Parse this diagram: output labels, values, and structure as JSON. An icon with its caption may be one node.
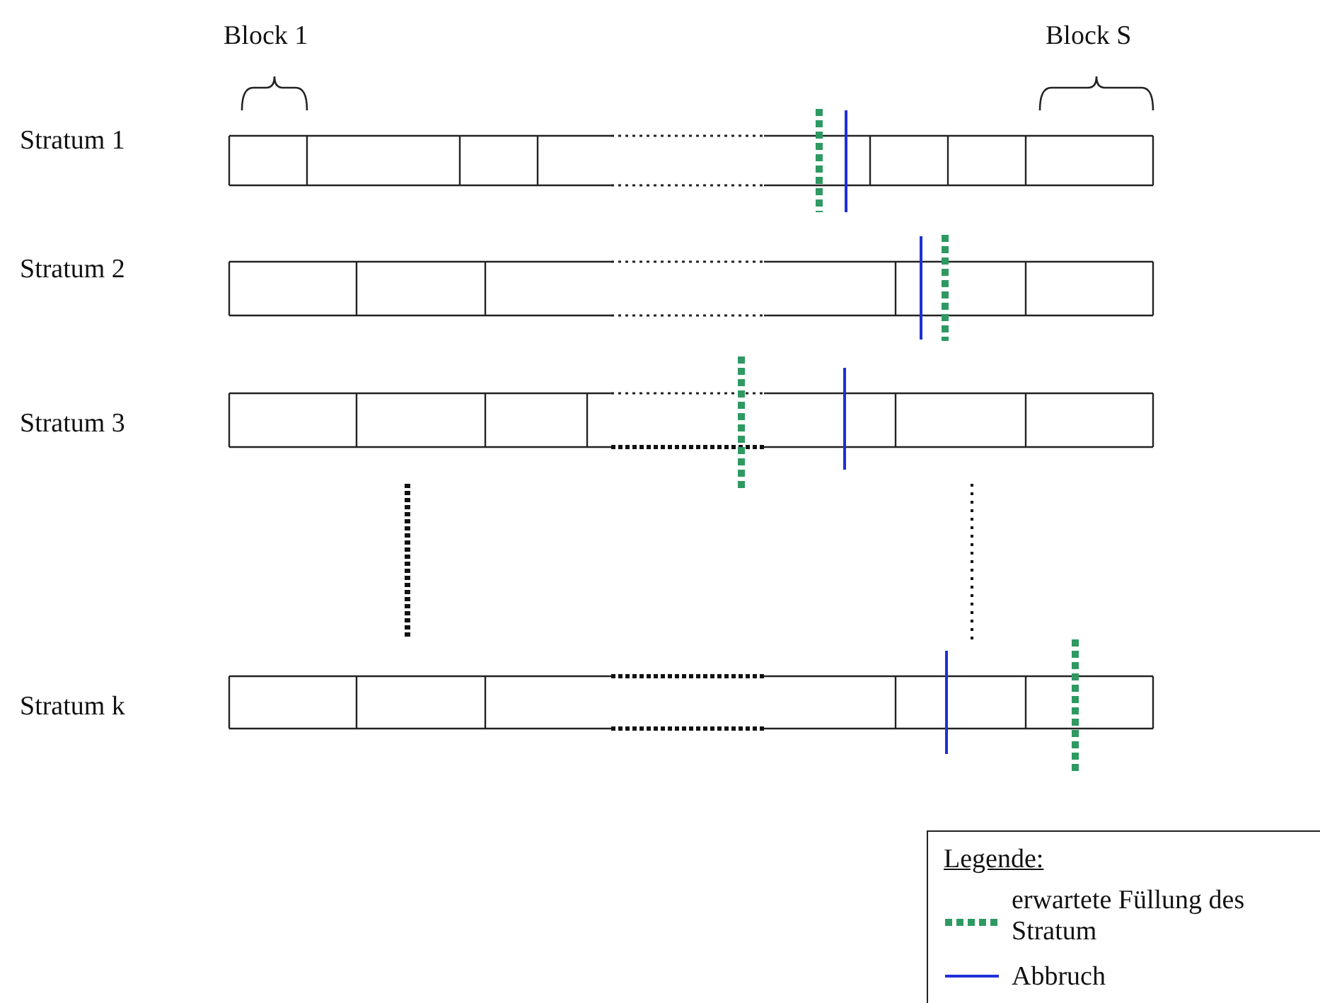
{
  "diagram": {
    "labels": [
      "Block 1",
      "Block S",
      "Stratum 1",
      "Stratum 2",
      "Stratum 3",
      "Stratum k",
      "Legende:"
    ],
    "legend": [
      {
        "text": "erwartete Füllung des Stratum"
      },
      {
        "text": "Abbruch"
      }
    ]
  }
}
